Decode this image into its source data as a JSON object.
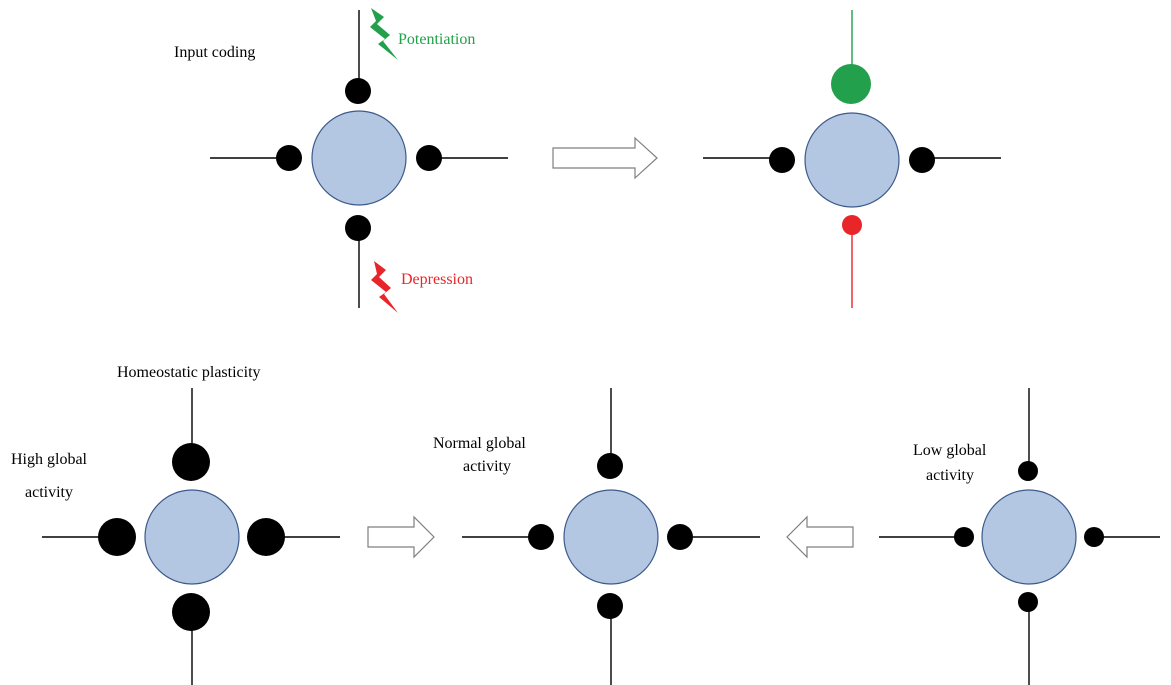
{
  "colors": {
    "soma_fill": "#b4c7e2",
    "soma_stroke": "#3d5a8c",
    "synapse": "#000000",
    "potentiation": "#22a04b",
    "depression": "#e8262a",
    "arrow_outline": "#7f7f7f"
  },
  "input_coding": {
    "title": "Input coding",
    "potentiation_label": "Potentiation",
    "depression_label": "Depression",
    "potentiation_icon": "lightning-bolt-icon",
    "depression_icon": "lightning-bolt-icon"
  },
  "homeostatic": {
    "title": "Homeostatic plasticity",
    "high_line1": "High global",
    "high_line2": "activity",
    "normal_line1": "Normal global",
    "normal_line2": "activity",
    "low_line1": "Low global",
    "low_line2": "activity"
  }
}
